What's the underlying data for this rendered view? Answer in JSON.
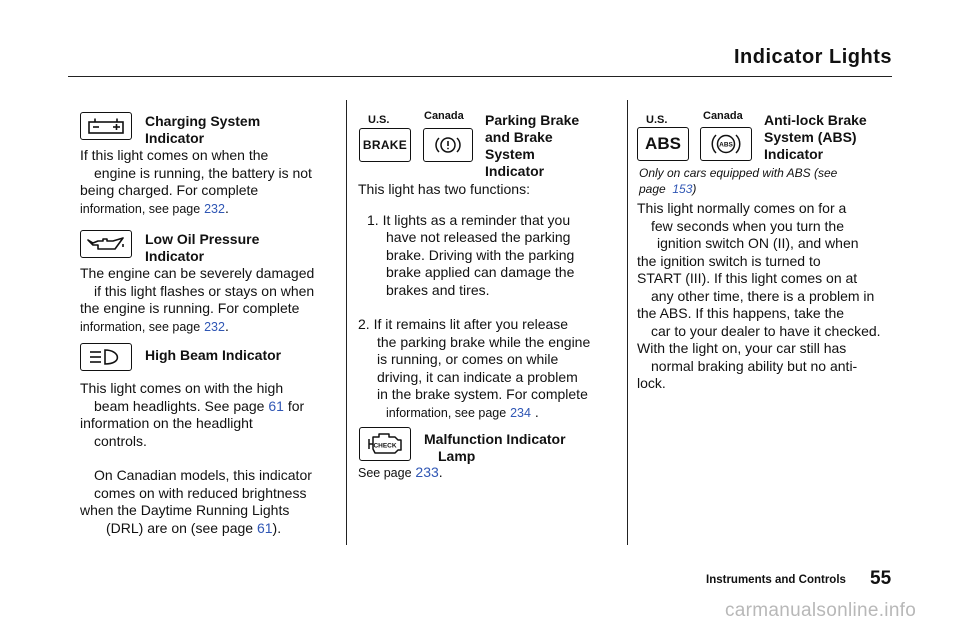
{
  "page": {
    "title": "Indicator Lights",
    "section": "Instruments and Controls",
    "page_number": "55",
    "watermark": "carmanualsonline.info"
  },
  "charging": {
    "heading_1": "Charging System",
    "heading_2": "Indicator",
    "body_lines": [
      "If this light comes on when the",
      "engine is running, the battery is not",
      "being charged. For complete",
      "information, see page"
    ],
    "link": "232",
    "icon": "battery-icon"
  },
  "oil": {
    "heading_1": "Low Oil Pressure",
    "heading_2": "Indicator",
    "body_lines": [
      "The engine can be severely damaged",
      "if this light flashes or stays on when",
      "the engine is running. For complete",
      "information, see page"
    ],
    "link": "232",
    "icon": "oil-can-icon"
  },
  "highbeam": {
    "heading": "High Beam Indicator",
    "body_line_1": "This light comes on with the high",
    "body_line_2_pre": "beam headlights. See page",
    "body_line_2_link": "61",
    "body_line_2_post": "for",
    "body_line_3": "information on the headlight",
    "body_line_4": "controls.",
    "drl_lines": [
      "On Canadian models, this indicator",
      "comes on with reduced brightness",
      "when the Daytime Running Lights"
    ],
    "drl_last_pre": "(DRL) are on (see page",
    "drl_last_link": "61",
    "drl_last_post": ").",
    "icon": "high-beam-icon"
  },
  "parking": {
    "label_us": "U.S.",
    "label_canada": "Canada",
    "brake_text": "BRAKE",
    "heading_1": "Parking Brake",
    "heading_2": "and Brake",
    "heading_3": "System",
    "heading_4": "Indicator",
    "intro": "This light has two functions:",
    "item1_lines": [
      "1. It lights as a reminder that you",
      "have not released the parking",
      "brake. Driving with the parking",
      "brake applied can damage the",
      "brakes and tires."
    ],
    "item2_lines": [
      "2. If it remains lit after you release",
      "the parking brake while the engine",
      "is running, or comes on while",
      "driving, it can indicate a problem",
      "in the brake system. For complete"
    ],
    "item2_last_pre": "information, see page",
    "item2_last_link": "234",
    "item2_last_post": "."
  },
  "malfunction": {
    "heading_1": "Malfunction Indicator",
    "heading_2": "Lamp",
    "see_pre": "See page",
    "see_link": "233",
    "see_post": ".",
    "check_text": "CHECK",
    "icon": "check-engine-icon"
  },
  "abs": {
    "label_us": "U.S.",
    "label_canada": "Canada",
    "abs_text": "ABS",
    "heading_1": "Anti-lock Brake",
    "heading_2": "System (ABS)",
    "heading_3": "Indicator",
    "note_line_1": "Only on cars equipped with ABS (see",
    "note_pre": "page",
    "note_link": "153",
    "note_post": ")",
    "body_lines": [
      "This light normally comes on for a",
      "few seconds when you turn the",
      "ignition switch ON (II), and when",
      "the ignition switch is turned to",
      "START (III). If this light comes on at",
      "any other time, there is a problem in",
      "the ABS. If this happens, take the",
      "car to your dealer to have it checked.",
      "With the light on, your car still has",
      "normal braking ability but no anti-",
      "lock."
    ]
  },
  "colors": {
    "link": "#2f56b4",
    "text": "#111111",
    "watermark": "#b8b8b8"
  }
}
